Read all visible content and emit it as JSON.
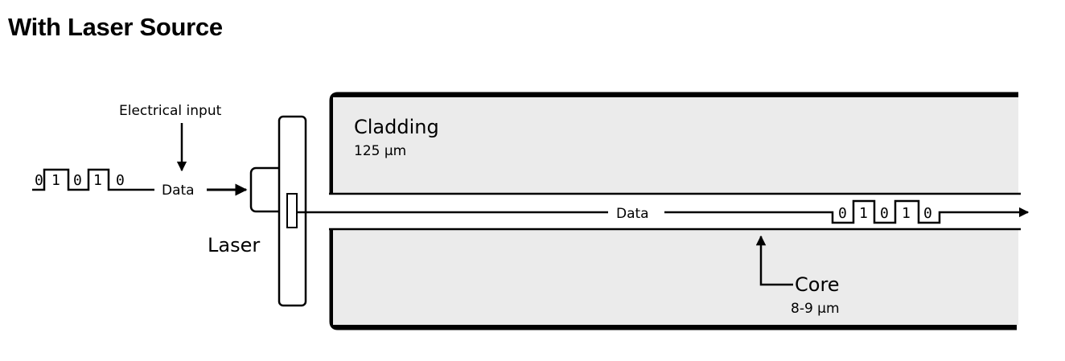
{
  "title": "With Laser Source",
  "input": {
    "label": "Electrical input",
    "data_label": "Data",
    "bits": [
      "0",
      "1",
      "0",
      "1",
      "0"
    ]
  },
  "laser": {
    "label": "Laser"
  },
  "cladding": {
    "label": "Cladding",
    "size": "125 µm"
  },
  "core": {
    "label": "Core",
    "size": "8-9 µm",
    "data_label": "Data",
    "bits": [
      "0",
      "1",
      "0",
      "1",
      "0"
    ]
  },
  "colors": {
    "cladding_fill": "#ebebeb",
    "stroke": "#000000",
    "core_fill": "#ffffff"
  }
}
